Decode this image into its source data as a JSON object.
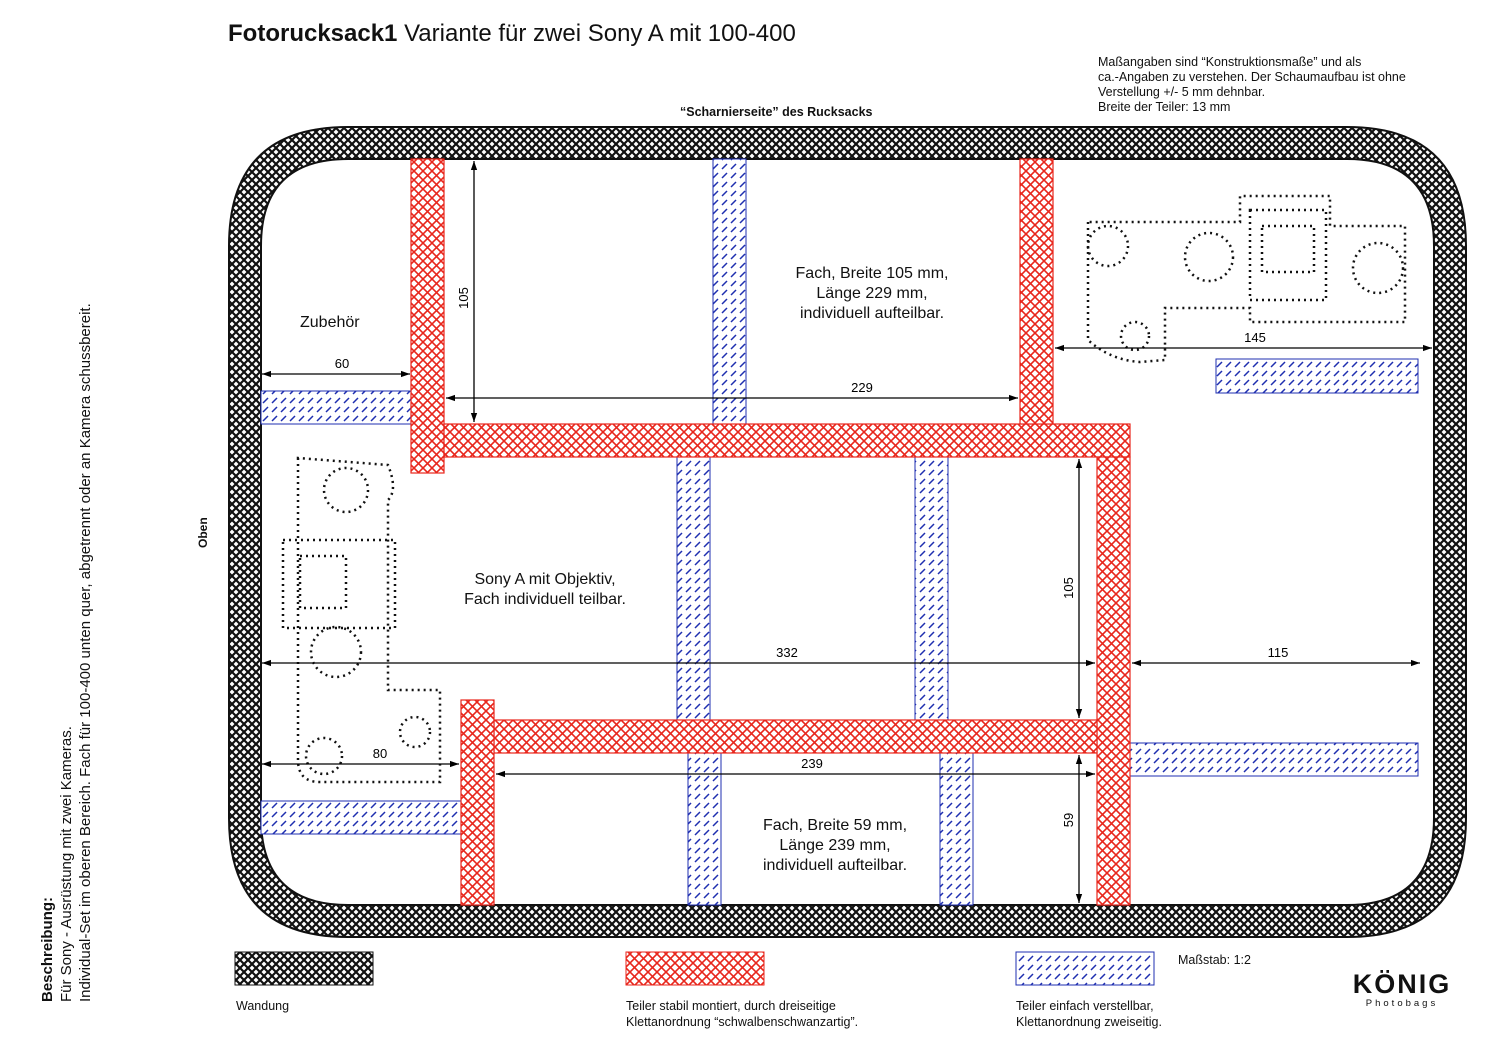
{
  "title": {
    "bold": "Fotorucksack1",
    "rest": "Variante für zwei Sony A mit 100-400"
  },
  "note_lines": [
    "Maßangaben sind “Konstruktionsmaße” und als",
    "ca.-Angaben zu verstehen. Der Schaumaufbau ist ohne",
    "Verstellung +/- 5 mm dehnbar.",
    "Breite der Teiler: 13 mm"
  ],
  "hinge_label": "“Scharnierseite” des Rucksacks",
  "side_label": "Oben",
  "description": {
    "heading": "Beschreibung:",
    "line1": "Für Sony - Ausrüstung mit zwei Kameras.",
    "line2": "Individual-Set im oberen Bereich. Fach für 100-400 unten quer, abgetrennt oder an Kamera schussbereit."
  },
  "compartments": {
    "zubehoer": "Zubehör",
    "top_line1": "Fach, Breite 105 mm,",
    "top_line2": "Länge 229 mm,",
    "top_line3": "individuell aufteilbar.",
    "mid_line1": "Sony A mit Objektiv,",
    "mid_line2": "Fach individuell teilbar.",
    "bottom_line1": "Fach, Breite 59 mm,",
    "bottom_line2": "Länge 239 mm,",
    "bottom_line3": "individuell aufteilbar."
  },
  "dimensions": {
    "d60": "60",
    "d105_top": "105",
    "d229": "229",
    "d145": "145",
    "d332": "332",
    "d115": "115",
    "d105_right": "105",
    "d80": "80",
    "d239": "239",
    "d59": "59"
  },
  "legend": {
    "wall_line1": "Wandung",
    "fixed_line1": "Teiler stabil montiert, durch dreiseitige",
    "fixed_line2": "Klettanordnung “schwalbenschwanzartig”.",
    "adjustable_line1": "Teiler einfach verstellbar,",
    "adjustable_line2": "Klettanordnung zweiseitig.",
    "scale": "Maßstab: 1:2"
  },
  "logo": {
    "name": "KÖNIG",
    "sub": "Photobags"
  },
  "colors": {
    "wall": "#111111",
    "fixed_divider": "#e8261c",
    "adjustable_divider": "#1f2fb0",
    "dimension_line": "#000000"
  }
}
